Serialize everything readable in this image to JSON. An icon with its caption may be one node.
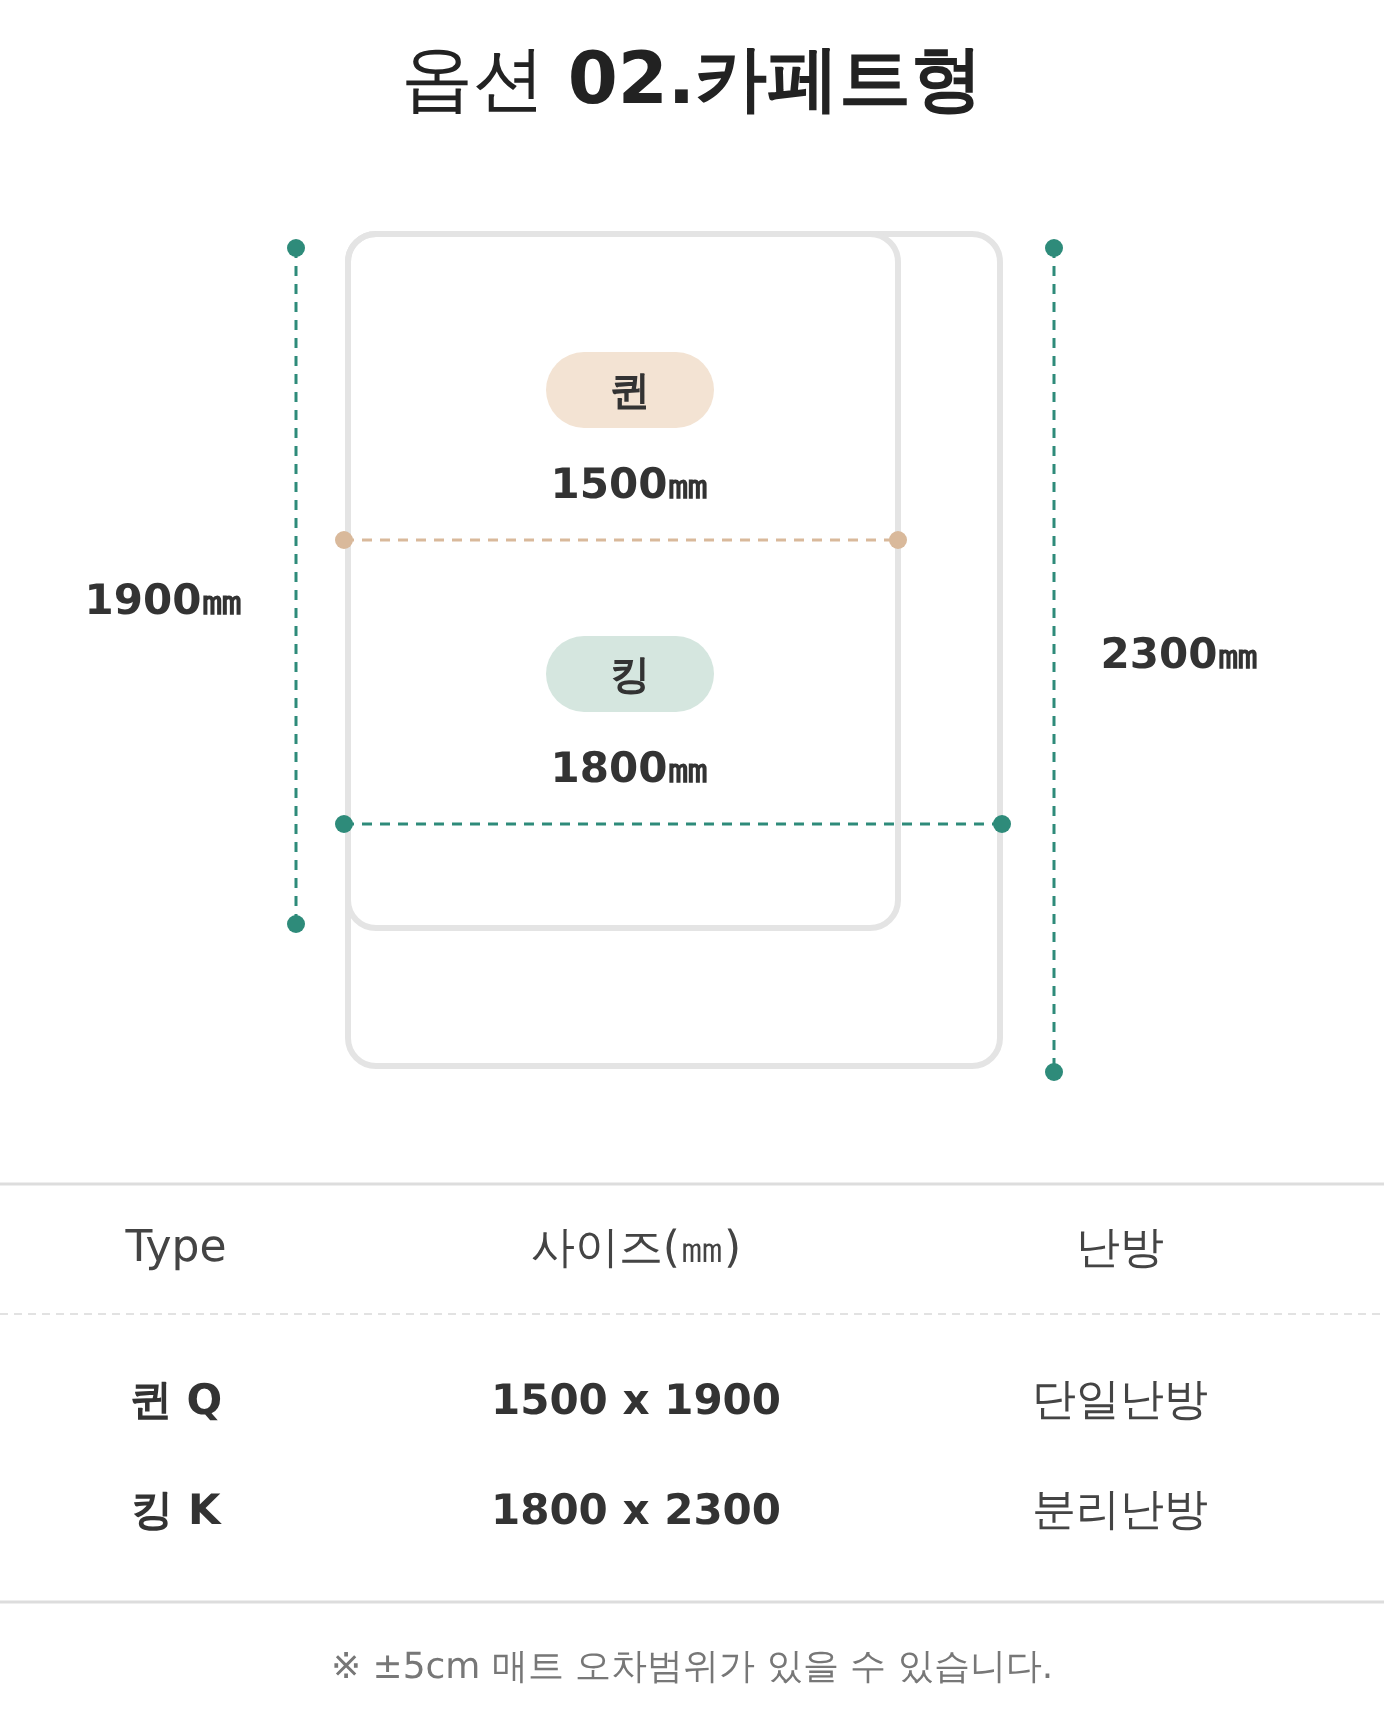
{
  "diagram": {
    "title": "옵션 **02.카페트형**",
    "nodes": [
      {
        "text": [
          "퀸"
        ]
      },
      {
        "text": [
          "킹"
        ]
      }
    ],
    "labels": [
      "1500㎜",
      "1900㎜",
      "2300㎜",
      "1800㎜",
      "Type",
      "사이즈(㎜)",
      "난방",
      "퀸 Q",
      "1500 x 1900",
      "단일난방",
      "킹 K",
      "1800 x 2300",
      "분리난방",
      "※ ±5cm 매트 오차범위가 있을 수 있습니다."
    ]
  }
}
